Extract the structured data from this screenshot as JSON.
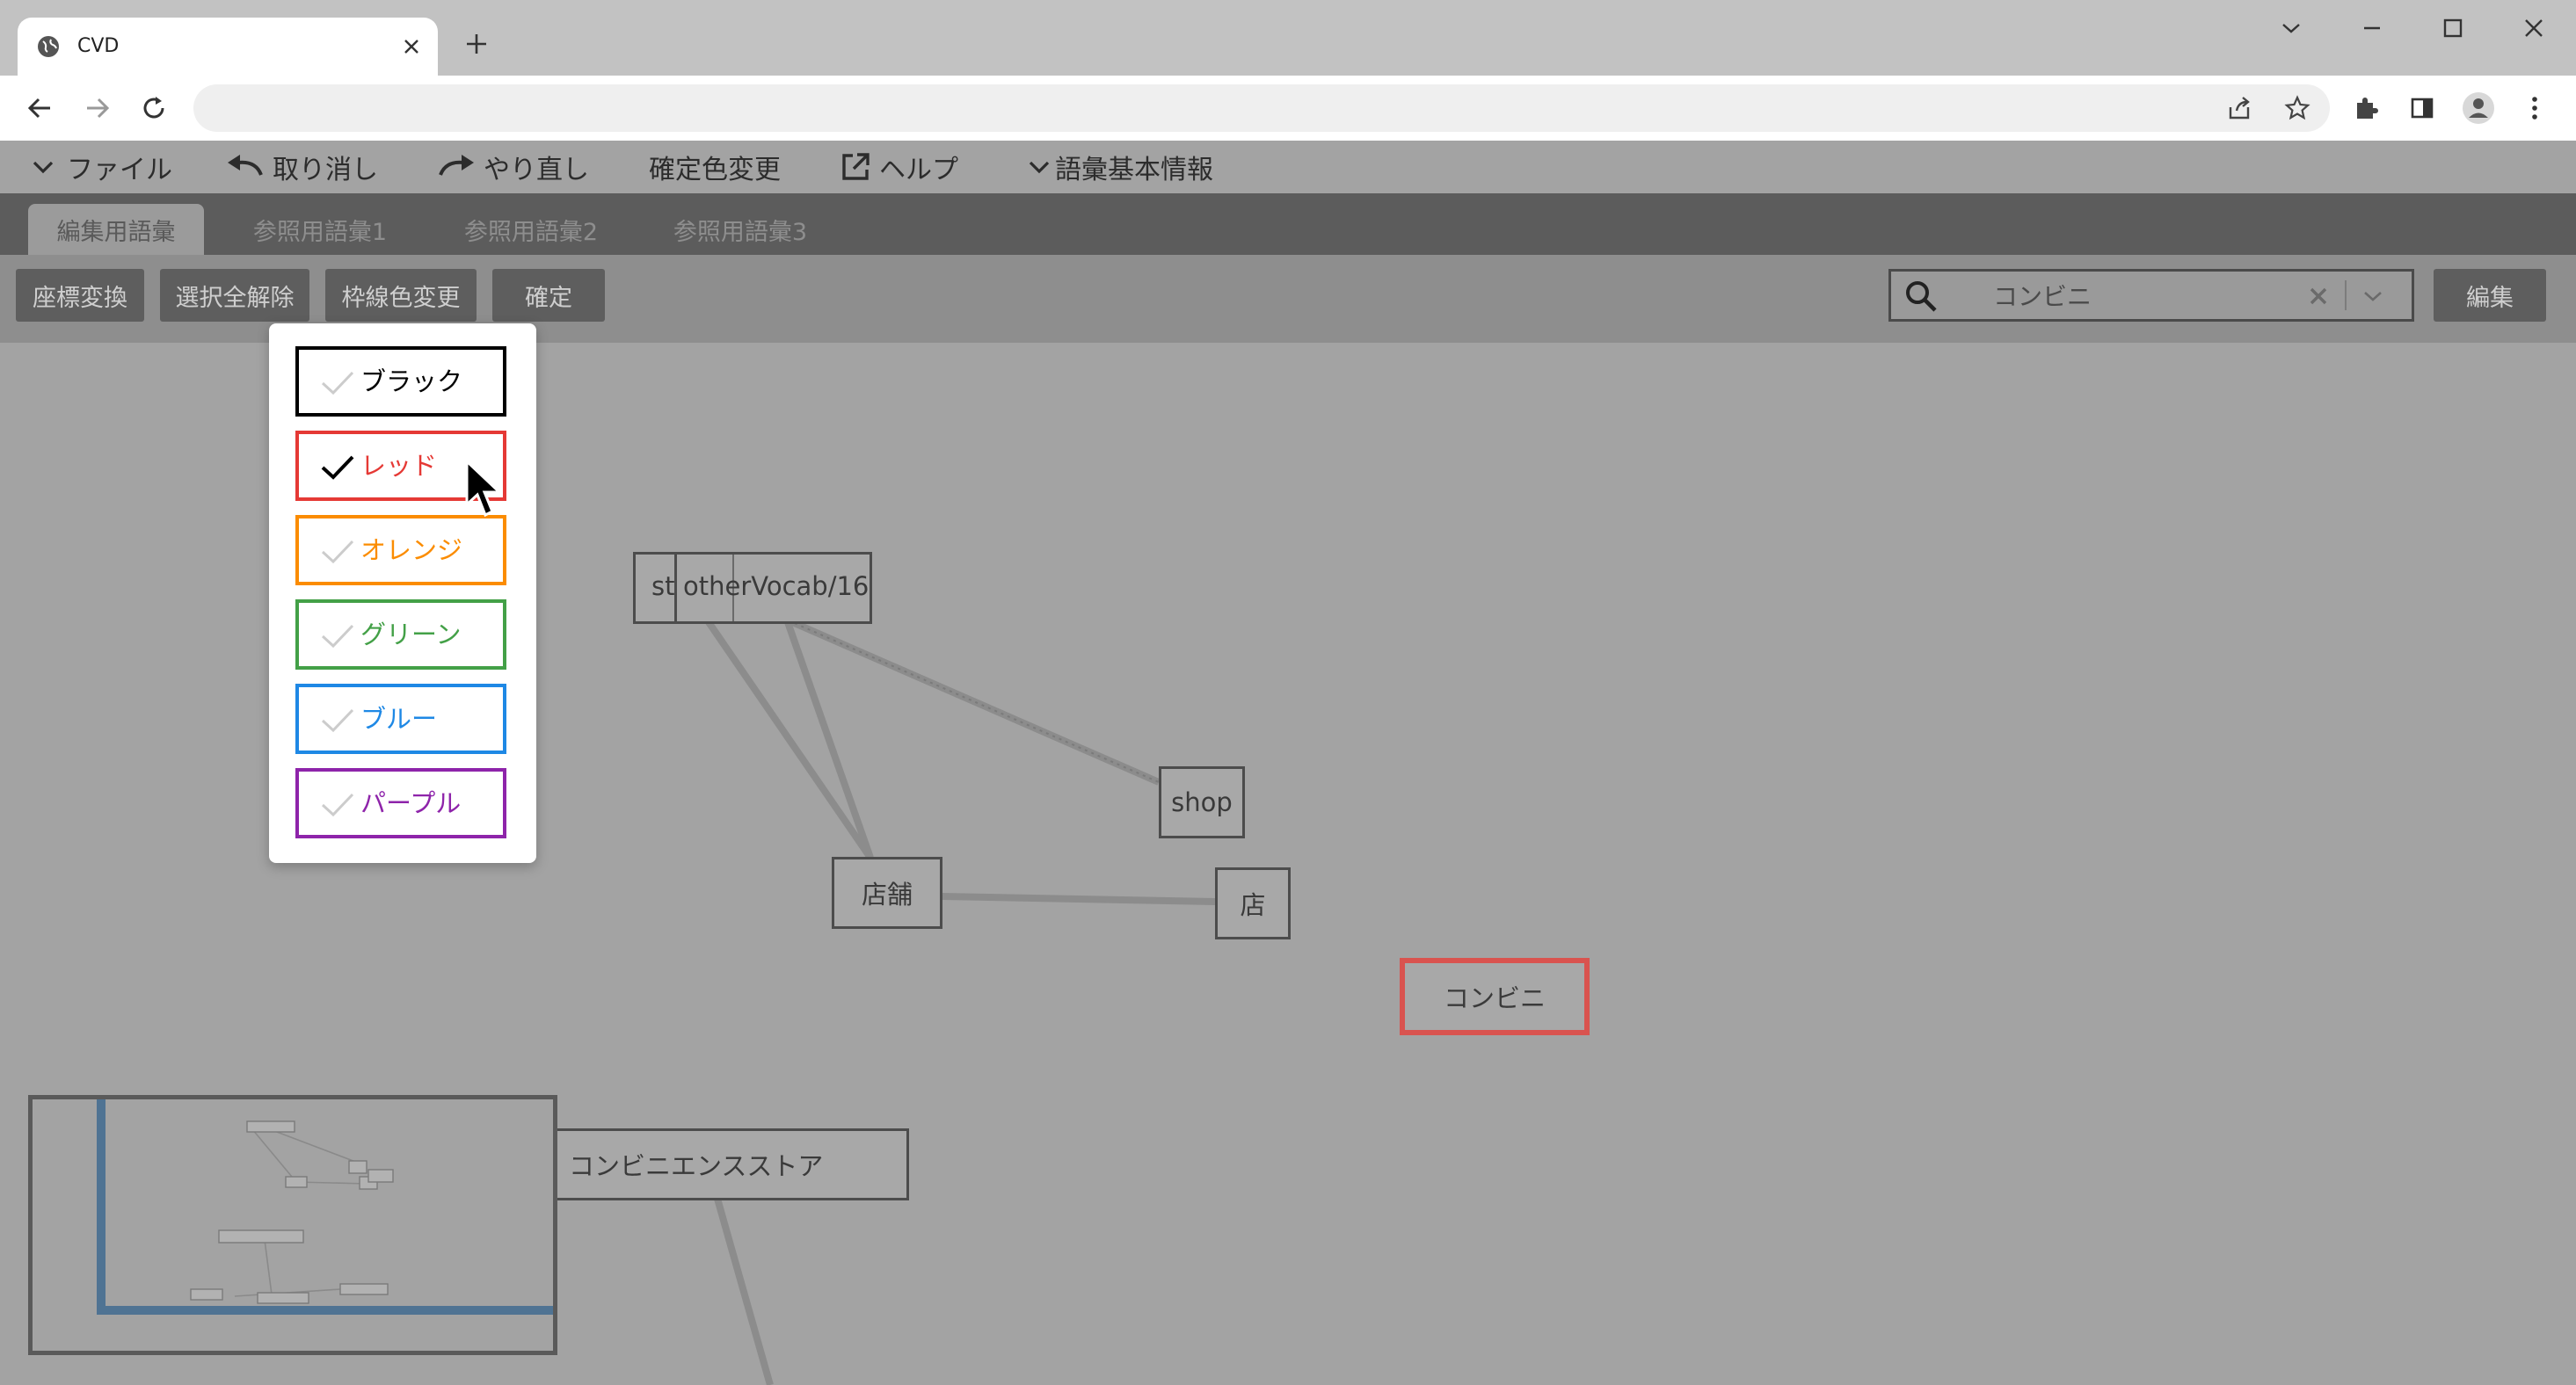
{
  "browser": {
    "tab_title": "CVD",
    "url": "",
    "icons": {
      "favicon": "globe-icon",
      "close": "close-icon",
      "new_tab": "plus-icon",
      "back": "arrow-left-icon",
      "forward": "arrow-right-icon",
      "reload": "reload-icon",
      "share": "share-icon",
      "bookmark": "star-icon",
      "extensions": "puzzle-icon",
      "sidepanel": "side-panel-icon",
      "profile": "profile-icon",
      "more": "more-vert-icon"
    }
  },
  "menu": {
    "file": "ファイル",
    "undo": "取り消し",
    "redo": "やり直し",
    "confirm_color": "確定色変更",
    "help": "ヘルプ",
    "vocab_info": "語彙基本情報"
  },
  "tabs": [
    {
      "label": "編集用語彙",
      "active": true
    },
    {
      "label": "参照用語彙1",
      "active": false
    },
    {
      "label": "参照用語彙2",
      "active": false
    },
    {
      "label": "参照用語彙3",
      "active": false
    }
  ],
  "toolbar": {
    "coord_convert": "座標変換",
    "deselect_all": "選択全解除",
    "border_color": "枠線色変更",
    "confirm": "確定",
    "edit": "編集",
    "search": {
      "value": "コンビニ",
      "placeholder": ""
    }
  },
  "color_menu": {
    "options": [
      {
        "label": "ブラック",
        "color": "#000000",
        "checked": false
      },
      {
        "label": "レッド",
        "color": "#e53935",
        "checked": true
      },
      {
        "label": "オレンジ",
        "color": "#fb8c00",
        "checked": false
      },
      {
        "label": "グリーン",
        "color": "#43a047",
        "checked": false
      },
      {
        "label": "ブルー",
        "color": "#1e88e5",
        "checked": false
      },
      {
        "label": "パープル",
        "color": "#8e24aa",
        "checked": false
      }
    ]
  },
  "nodes": {
    "st": "st",
    "other_vocab": "otherVocab/16",
    "shop": "shop",
    "tenpo": "店舗",
    "mise": "店",
    "konbini": "コンビニ",
    "konbini_store": "コンビニエンスストア"
  },
  "colors": {
    "selected_border": "#d9534f",
    "minimap_viewport": "#4f7393"
  }
}
